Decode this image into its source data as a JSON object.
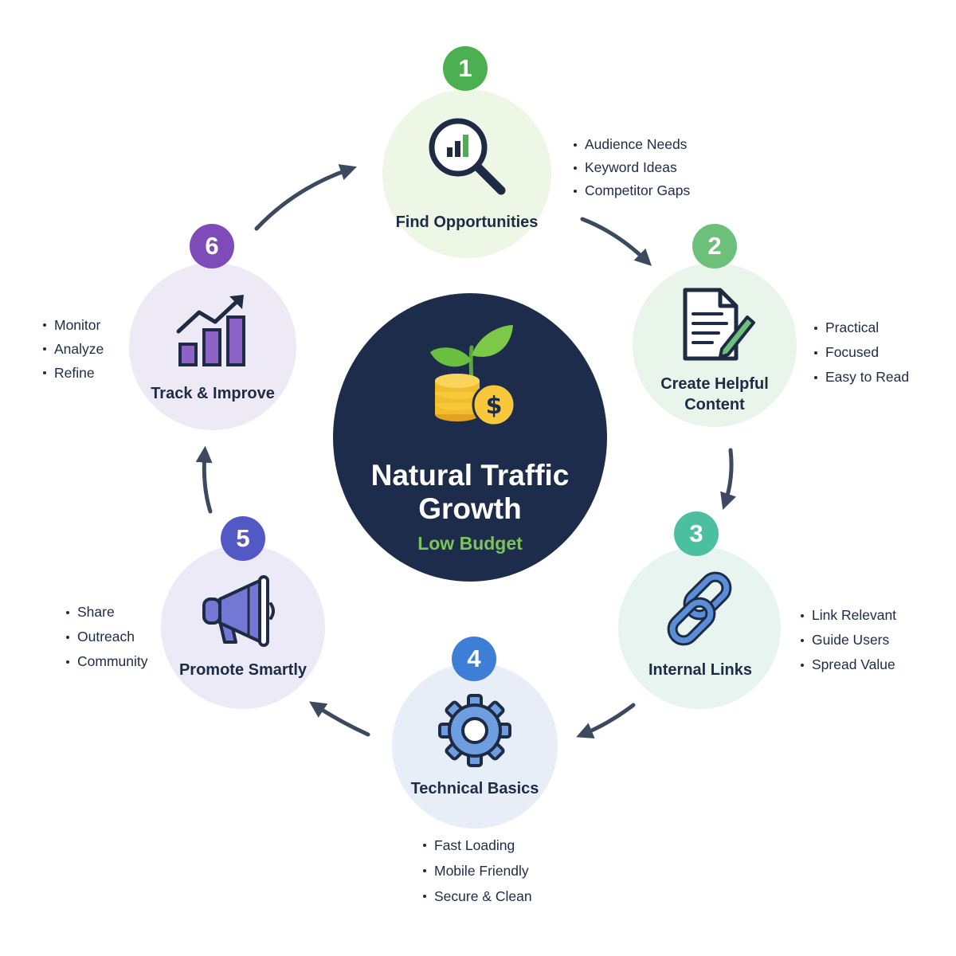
{
  "center": {
    "title_line1": "Natural Traffic",
    "title_line2": "Growth",
    "subtitle": "Low Budget",
    "icon": "seedling-coins-icon",
    "subtitle_color": "#7cc45a"
  },
  "steps": [
    {
      "number": "1",
      "label": "Find Opportunities",
      "icon": "magnifier-chart-icon",
      "color": "#4caf50",
      "bullets": [
        "Audience Needs",
        "Keyword Ideas",
        "Competitor Gaps"
      ]
    },
    {
      "number": "2",
      "label": "Create Helpful Content",
      "icon": "document-pencil-icon",
      "color": "#6cc07a",
      "bullets": [
        "Practical",
        "Focused",
        "Easy to Read"
      ]
    },
    {
      "number": "3",
      "label": "Internal Links",
      "icon": "chain-link-icon",
      "color": "#4cbfa0",
      "bullets": [
        "Link Relevant",
        "Guide Users",
        "Spread Value"
      ]
    },
    {
      "number": "4",
      "label": "Technical Basics",
      "icon": "gear-icon",
      "color": "#3d7fd6",
      "bullets": [
        "Fast Loading",
        "Mobile Friendly",
        "Secure & Clean"
      ]
    },
    {
      "number": "5",
      "label": "Promote Smartly",
      "icon": "megaphone-icon",
      "color": "#5258c4",
      "bullets": [
        "Share",
        "Outreach",
        "Community"
      ]
    },
    {
      "number": "6",
      "label": "Track & Improve",
      "icon": "growth-chart-icon",
      "color": "#7e4bb8",
      "bullets": [
        "Monitor",
        "Analyze",
        "Refine"
      ]
    }
  ]
}
